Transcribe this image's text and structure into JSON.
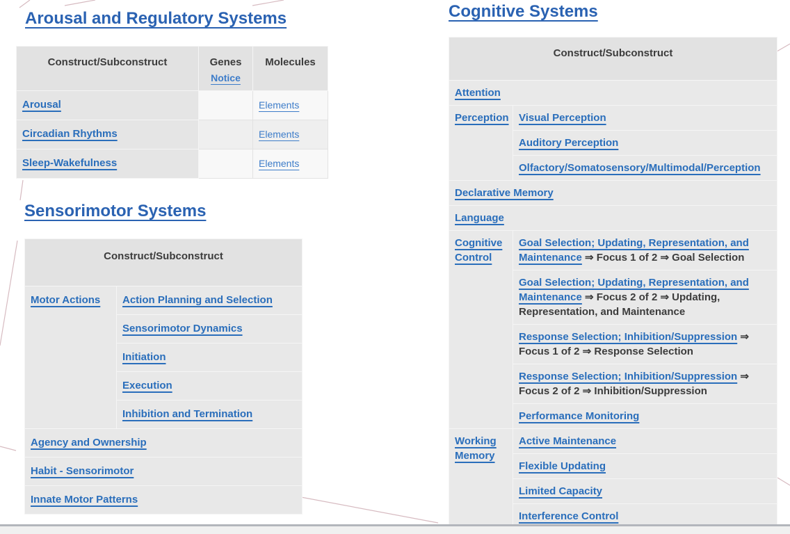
{
  "colors": {
    "heading_blue": "#2a62b2",
    "link_blue": "#2a6ebb",
    "header_cell_gray": "#e2e2e2",
    "construct_cell_gray": "#e9e9e9",
    "footer_gray": "#f0f0f0",
    "footer_border": "#b3b6bc",
    "background_line_pink": "#c9a4ac"
  },
  "sections": {
    "arousal": {
      "title": "Arousal and Regulatory Systems",
      "table": {
        "col_construct": "Construct/Subconstruct",
        "col_genes": "Genes",
        "genes_notice": "Notice",
        "col_molecules": "Molecules",
        "rows": [
          {
            "construct": "Arousal",
            "genes": "",
            "elements": "Elements"
          },
          {
            "construct": "Circadian Rhythms",
            "genes": "",
            "elements": "Elements"
          },
          {
            "construct": "Sleep-Wakefulness",
            "genes": "",
            "elements": "Elements"
          }
        ]
      }
    },
    "sensorimotor": {
      "title": "Sensorimotor Systems",
      "table": {
        "col_construct": "Construct/Subconstruct",
        "groups": [
          {
            "construct": "Motor Actions",
            "subs": [
              "Action Planning and Selection",
              "Sensorimotor Dynamics",
              "Initiation",
              "Execution",
              "Inhibition and Termination"
            ]
          },
          {
            "construct": "Agency and Ownership"
          },
          {
            "construct": "Habit - Sensorimotor"
          },
          {
            "construct": "Innate Motor Patterns"
          }
        ]
      }
    },
    "cognitive": {
      "title": "Cognitive Systems",
      "table": {
        "col_construct": "Construct/Subconstruct",
        "groups": [
          {
            "construct": "Attention"
          },
          {
            "construct": "Perception",
            "subs": [
              "Visual Perception",
              "Auditory Perception",
              "Olfactory/Somatosensory/Multimodal/Perception"
            ]
          },
          {
            "construct": "Declarative Memory"
          },
          {
            "construct": "Language"
          },
          {
            "construct": "Cognitive Control",
            "subs": [
              {
                "link": "Goal Selection; Updating, Representation, and Maintenance",
                "rest": " ⇒ Focus 1 of 2 ⇒ Goal Selection"
              },
              {
                "link": "Goal Selection; Updating, Representation, and Maintenance",
                "rest": " ⇒ Focus 2 of 2 ⇒ Updating, Representation, and Maintenance"
              },
              {
                "link": "Response Selection; Inhibition/Suppression",
                "rest": " ⇒ Focus 1 of 2 ⇒ Response Selection"
              },
              {
                "link": "Response Selection; Inhibition/Suppression",
                "rest": " ⇒ Focus 2 of 2 ⇒ Inhibition/Suppression"
              },
              {
                "link": "Performance Monitoring",
                "rest": ""
              }
            ]
          },
          {
            "construct": "Working Memory",
            "subs": [
              "Active Maintenance",
              "Flexible Updating",
              "Limited Capacity",
              "Interference Control"
            ]
          }
        ]
      }
    }
  }
}
